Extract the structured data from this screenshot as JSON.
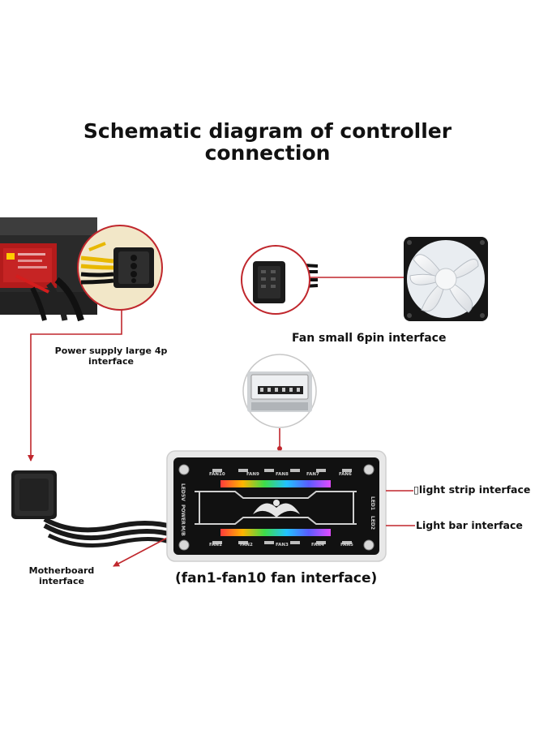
{
  "title": {
    "line1": "Schematic diagram of controller",
    "line2": "connection"
  },
  "labels": {
    "power_line1": "Power supply large 4p",
    "power_line2": "interface",
    "fan_pin": "Fan small 6pin interface",
    "light_strip": "▯light strip interface",
    "light_bar": "Light bar interface",
    "motherboard_line1": "Motherboard",
    "motherboard_line2": "interface",
    "fan_interface": "(fan1-fan10 fan interface)"
  },
  "controller": {
    "top_ports": [
      "FAN10",
      "FAN9",
      "FAN8",
      "FAN7",
      "FAN6"
    ],
    "bottom_ports": [
      "FAN1",
      "FAN2",
      "FAN3",
      "FAN4",
      "FAN5"
    ],
    "left_labels": [
      "LED5V",
      "POWER",
      "M/B"
    ],
    "right_labels": [
      "LED1",
      "LED2"
    ]
  },
  "colors": {
    "arrow": "#c0272d",
    "board": "#111111",
    "frame": "#e8e8e8"
  }
}
